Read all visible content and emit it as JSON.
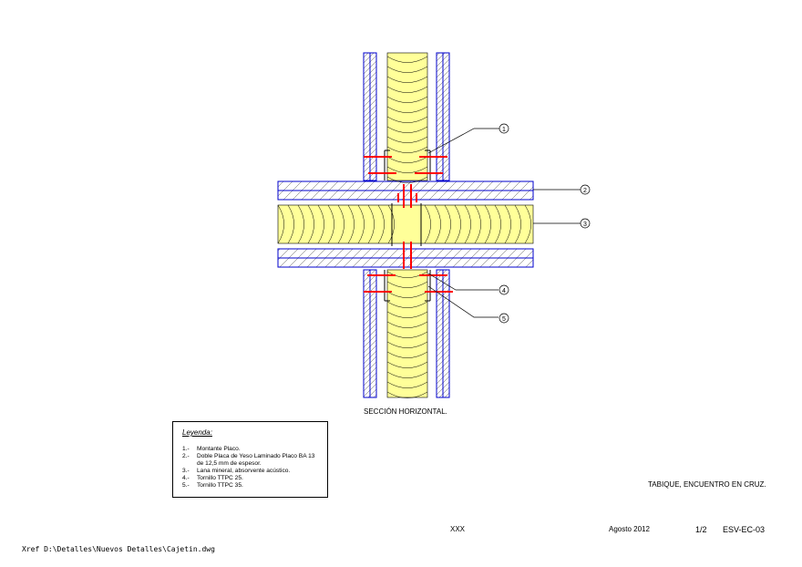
{
  "section_title": "SECCIÓN HORIZONTAL.",
  "callouts": [
    "1",
    "2",
    "3",
    "4",
    "5"
  ],
  "legend": {
    "title": "Leyenda:",
    "items": [
      {
        "num": "1.-",
        "text": "Montante Placo."
      },
      {
        "num": "2.-",
        "text": "Doble Placa de Yeso Laminado Placo BA 13"
      },
      {
        "num": "",
        "text": "de 12,5 mm de espesor."
      },
      {
        "num": "3.-",
        "text": "Lana mineral, absorvente acústico."
      },
      {
        "num": "4.-",
        "text": "Tornillo TTPC 25."
      },
      {
        "num": "5.-",
        "text": "Tornillo TTPC 35."
      }
    ]
  },
  "sheet_title": "TABIQUE, ENCUENTRO EN CRUZ.",
  "title_block": {
    "drawn_by": "XXX",
    "date": "Agosto 2012",
    "scale": "1/2",
    "code": "ESV-EC-03"
  },
  "xref": "Xref D:\\Detalles\\Nuevos Detalles\\Cajetin.dwg",
  "colors": {
    "insulation": "#ffff99",
    "board_outline": "#0000cc",
    "screw": "#ff0000",
    "callout_line": "#000000"
  }
}
